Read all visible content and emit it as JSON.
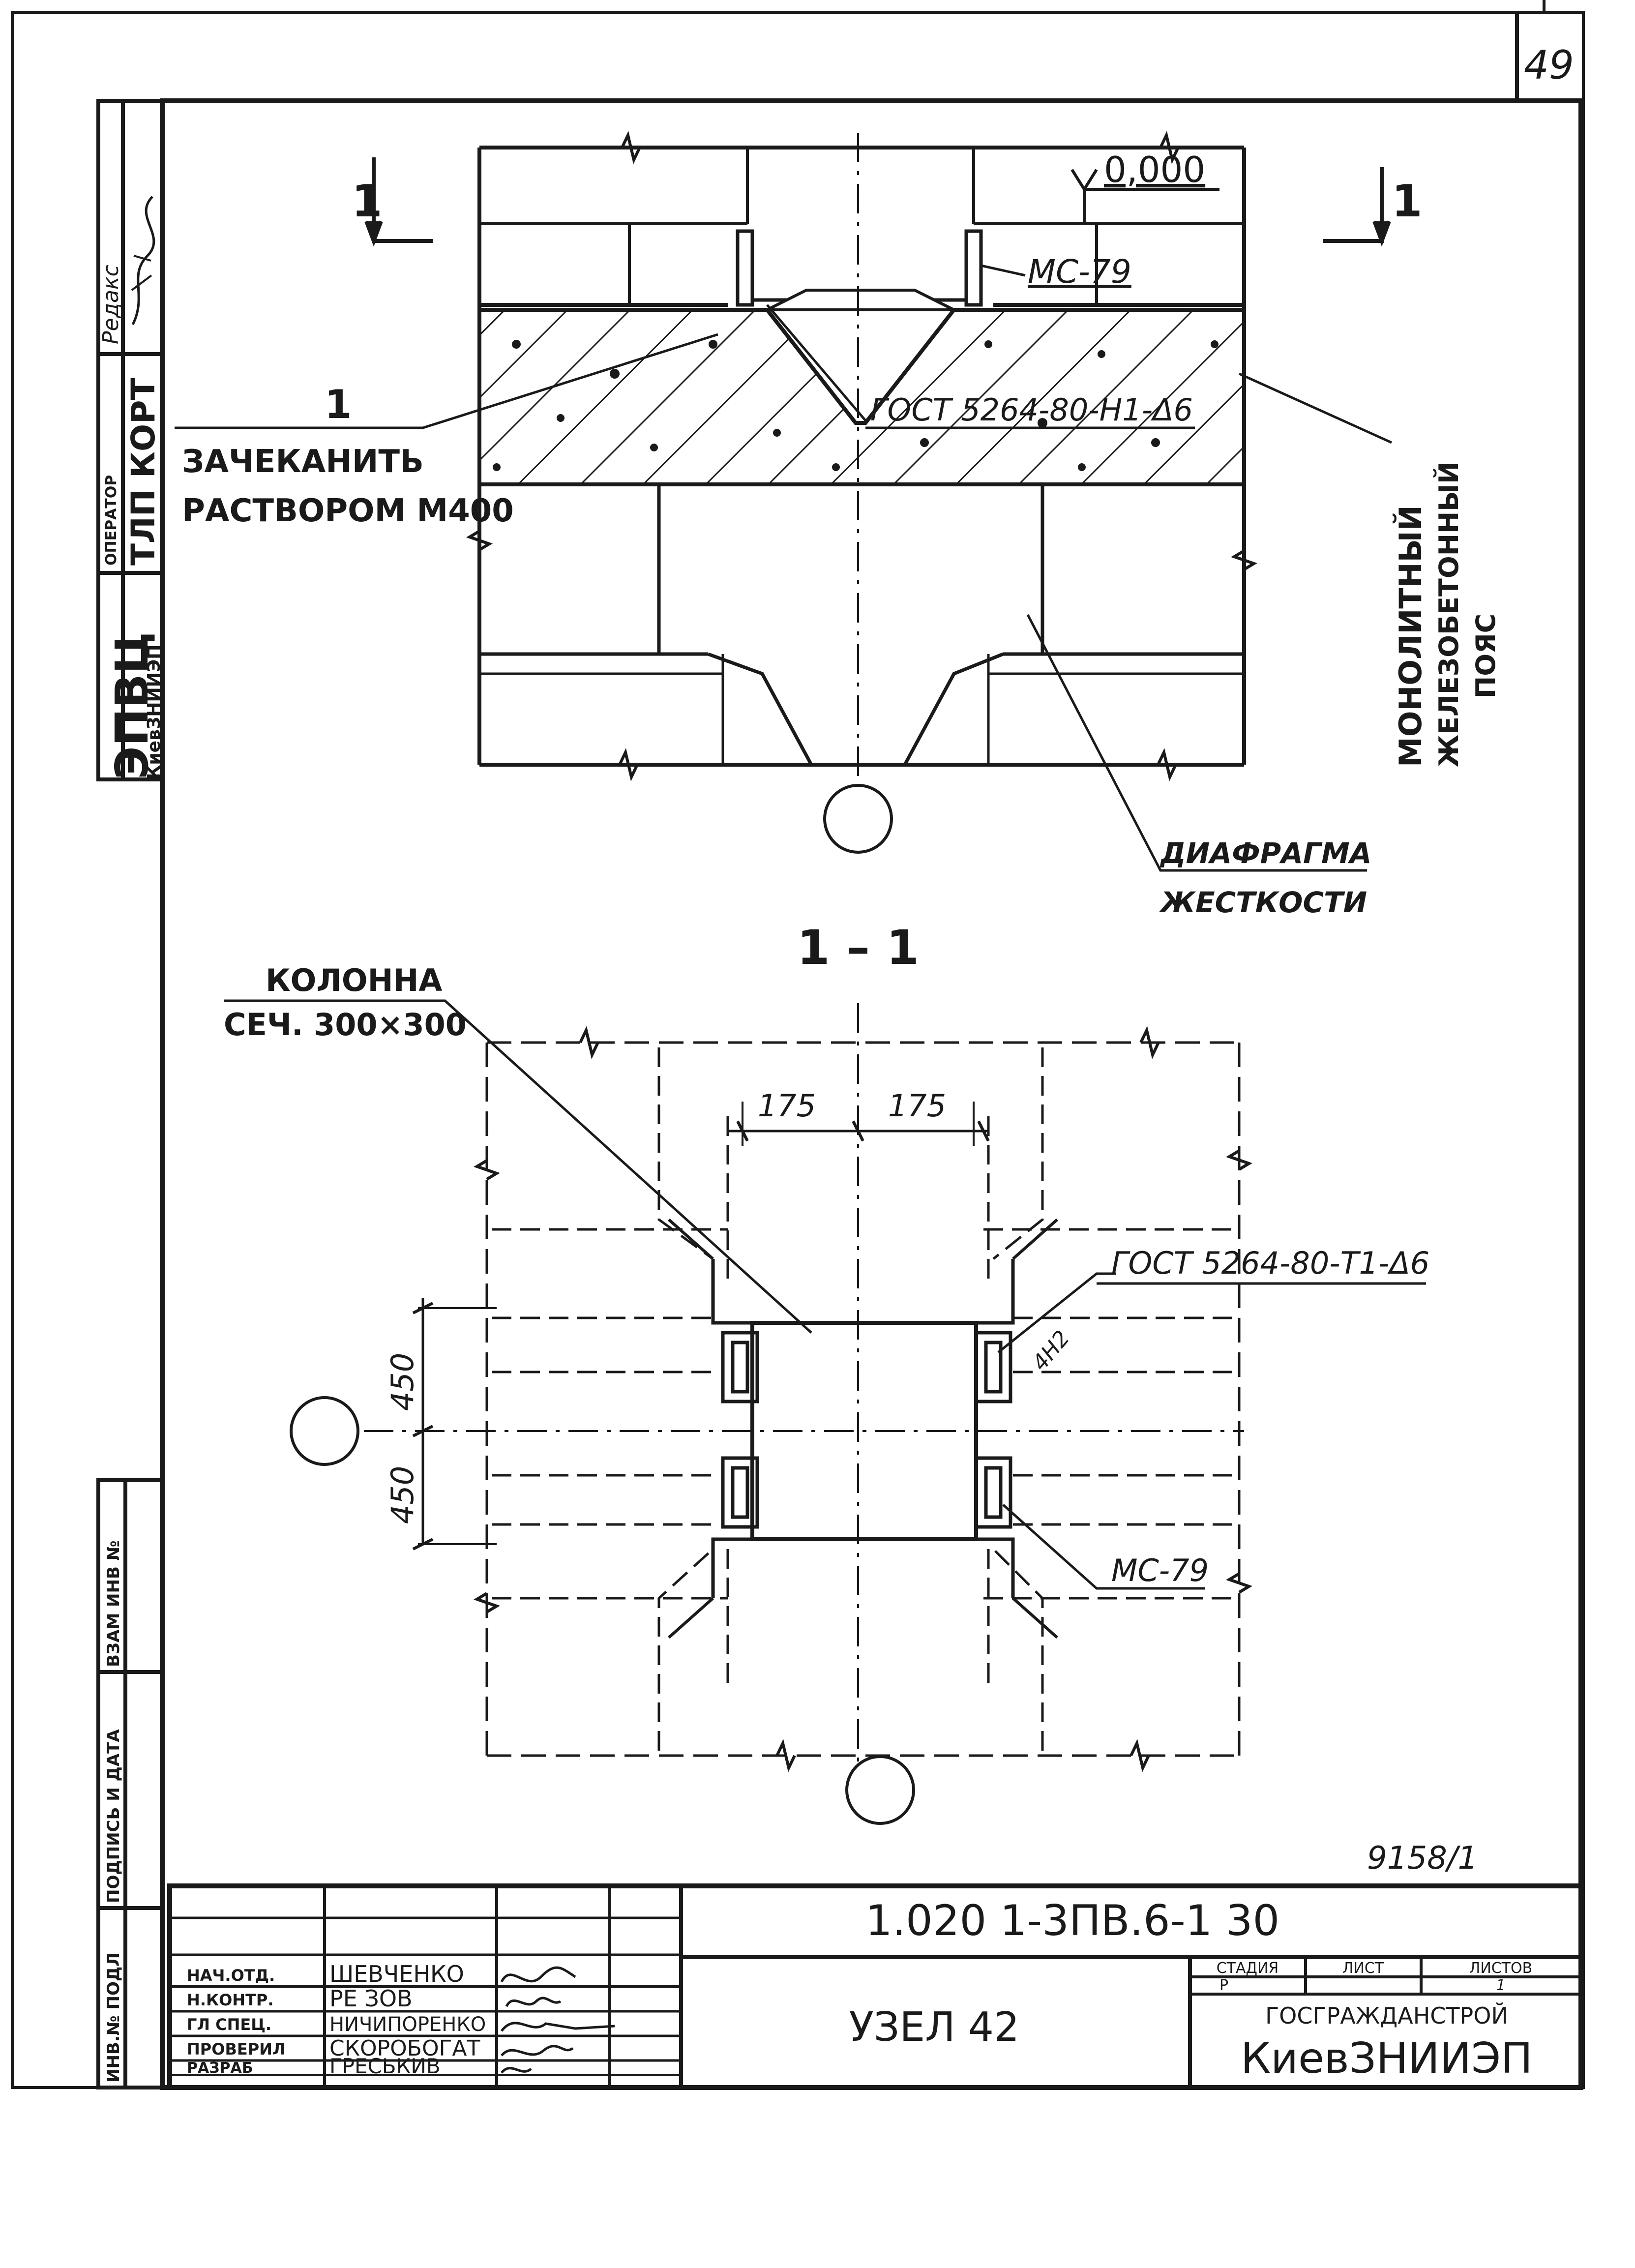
{
  "page_number": "49",
  "stamp_left": {
    "org": "ЭПВЦ",
    "org_sub": "КиевЗНИИЭП",
    "operator_label": "ОПЕРАТОР",
    "operator_value": "ТЛП КОРТ",
    "editor_label": "Редакс"
  },
  "side_table": {
    "inv_label": "ИНВ.№ ПОДЛ",
    "sign_label": "ПОДПИСЬ И ДАТА",
    "vzam_label": "ВЗАМ ИНВ №"
  },
  "section_view": {
    "cut_mark_left": "1",
    "cut_mark_right": "1",
    "elevation": "0,000",
    "label_ms": "МС-79",
    "leader_number": "1",
    "caulk_line1": "ЗАЧЕКАНИТЬ",
    "caulk_line2": "РАСТВОРОМ М400",
    "weld_gost": "ГОСТ 5264-80-Н1-Δ6",
    "belt_line1": "МОНОЛИТНЫЙ",
    "belt_line2": "ЖЕЛЕЗОБЕТОННЫЙ",
    "belt_line3": "ПОЯС",
    "diaphragm_line1": "ДИАФРАГМА",
    "diaphragm_line2": "ЖЕСТКОСТИ"
  },
  "plan_view": {
    "section_title": "1 – 1",
    "column_line1": "КОЛОННА",
    "column_line2": "СЕЧ. 300×300",
    "dim_left": "175",
    "dim_right": "175",
    "dim_upper": "450",
    "dim_lower": "450",
    "weld_gost": "ГОСТ 5264-80-Т1-Δ6",
    "weld_small": "4Н2",
    "label_ms": "МС-79"
  },
  "title_block": {
    "inv_number": "9158/1",
    "designation": "1.020 1-3ПВ.6-1  30",
    "title": "УЗЕЛ 42",
    "stage_header": "СТАДИЯ",
    "sheet_header": "ЛИСТ",
    "sheets_header": "ЛИСТОВ",
    "stage_value": "Р",
    "sheets_value": "1",
    "org_line1": "ГОСГРАЖДАНСТРОЙ",
    "org_line2": "КиевЗНИИЭП",
    "staff": [
      {
        "role": "НАЧ.ОТД.",
        "name": "ШЕВЧЕНКО"
      },
      {
        "role": "Н.КОНТР.",
        "name": "РЕ  ЗОВ"
      },
      {
        "role": "ГЛ СПЕЦ.",
        "name": "НИЧИПОРЕНКО"
      },
      {
        "role": "ПРОВЕРИЛ",
        "name": "СКОРОБОГАТ"
      },
      {
        "role": "РАЗРАБ",
        "name": "ГРЕСЬКИВ"
      }
    ]
  }
}
